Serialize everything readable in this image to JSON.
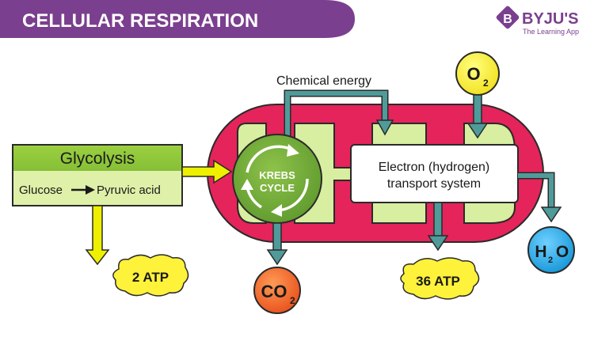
{
  "header": {
    "title": "CELLULAR RESPIRATION",
    "banner_color": "#7b3f8f"
  },
  "brand": {
    "logo_letter": "B",
    "name": "BYJU'S",
    "tagline": "The Learning App",
    "color": "#7b3f8f"
  },
  "glycolysis": {
    "title": "Glycolysis",
    "reaction_left": "Glucose",
    "reaction_right": "Pyruvic acid",
    "output": "2 ATP"
  },
  "krebs": {
    "line1": "KREBS",
    "line2": "CYCLE",
    "output_base": "CO",
    "output_sub": "2"
  },
  "labels": {
    "chemical_energy": "Chemical energy"
  },
  "oxygen": {
    "base": "O",
    "sub": "2"
  },
  "etc": {
    "line1": "Electron (hydrogen)",
    "line2": "transport system",
    "atp_output": "36 ATP",
    "water_base": "H",
    "water_sub": "2",
    "water_tail": "O"
  },
  "colors": {
    "mito_outer": "#e4245a",
    "mito_inner": "#d8eea0",
    "arrow_teal": "#4f9b9a",
    "arrow_yellow": "#eef000",
    "atp_blob": "#fff23a",
    "co2": "#f26a2a",
    "o2": "#fff23a",
    "h2o": "#22a9e6",
    "glyco_green": "#79b82c"
  }
}
